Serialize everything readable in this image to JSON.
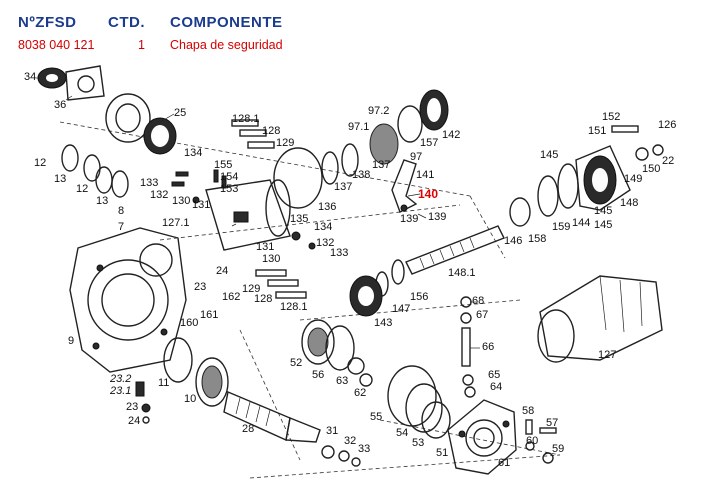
{
  "header": {
    "col_number": "NºZFSD",
    "col_qty": "CTD.",
    "col_component": "COMPONENTE"
  },
  "row": {
    "number": "8038 040 121",
    "qty": "1",
    "component": "Chapa de seguridad"
  },
  "callouts": [
    "34",
    "36",
    "25",
    "12",
    "13",
    "12",
    "13",
    "8",
    "7",
    "127.1",
    "9",
    "11",
    "10",
    "23.2",
    "23.1",
    "23",
    "24",
    "134",
    "155",
    "154",
    "153",
    "133",
    "132",
    "130",
    "131",
    "128.1",
    "128",
    "129",
    "135",
    "134",
    "131",
    "130",
    "132",
    "133",
    "24",
    "23",
    "162",
    "129",
    "128",
    "128.1",
    "161",
    "160",
    "97.2",
    "97.1",
    "142",
    "157",
    "138",
    "137",
    "136",
    "137",
    "97",
    "141",
    "140",
    "139",
    "139",
    "145",
    "152",
    "151",
    "126",
    "22",
    "150",
    "149",
    "159",
    "144",
    "145",
    "145",
    "148",
    "158",
    "146",
    "148.1",
    "156",
    "147",
    "143",
    "68",
    "67",
    "66",
    "65",
    "64",
    "127",
    "52",
    "56",
    "63",
    "62",
    "55",
    "54",
    "53",
    "51",
    "61",
    "58",
    "57",
    "60",
    "59",
    "28",
    "31",
    "32",
    "33"
  ],
  "highlight_callout": "140",
  "colors": {
    "header_blue": "#1b3b8f",
    "row_red": "#d40000",
    "highlight_red": "#e00000"
  }
}
